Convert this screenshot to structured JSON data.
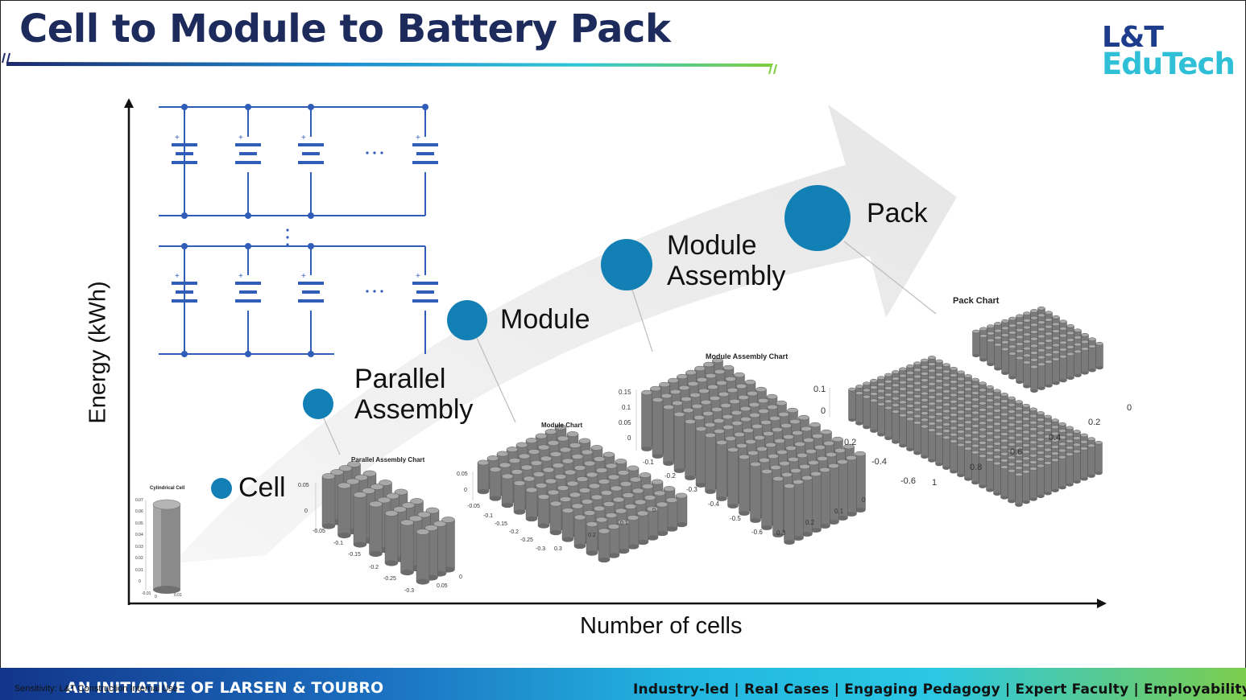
{
  "header": {
    "title": "Cell to Module to Battery Pack",
    "logo_line1": "L&T",
    "logo_line2": "EduTech"
  },
  "diagram": {
    "x_axis_label": "Number of cells",
    "y_axis_label": "Energy (kWh)",
    "stages": [
      {
        "label_line1": "Cell",
        "label_line2": ""
      },
      {
        "label_line1": "Parallel",
        "label_line2": "Assembly"
      },
      {
        "label_line1": "Module",
        "label_line2": ""
      },
      {
        "label_line1": "Module",
        "label_line2": "Assembly"
      },
      {
        "label_line1": "Pack",
        "label_line2": ""
      }
    ],
    "charts": {
      "cell": {
        "title": "Cylindrical Cell",
        "yticks": [
          "0.07",
          "0.06",
          "0.05",
          "0.04",
          "0.03",
          "0.02",
          "0.01",
          "0"
        ],
        "xticks": [
          "-0.01",
          "0",
          "0.01"
        ]
      },
      "parallel": {
        "title": "Parallel Assembly Chart",
        "yticks": [
          "0.05",
          "0"
        ],
        "xticks": [
          "-0.05",
          "-0.1",
          "-0.15",
          "-0.2",
          "-0.25",
          "-0.3"
        ],
        "zticks": [
          "0",
          "0.05"
        ]
      },
      "module": {
        "title": "Module Chart",
        "yticks": [
          "0.05",
          "0"
        ],
        "xticks": [
          "-0.05",
          "-0.1",
          "-0.15",
          "-0.2",
          "-0.25",
          "-0.3"
        ],
        "zticks": [
          "0.3",
          "0.2",
          "0.1",
          "0"
        ]
      },
      "module_assembly": {
        "title": "Module Assembly Chart",
        "yticks": [
          "0.15",
          "0.1",
          "0.05",
          "0"
        ],
        "xticks": [
          "-0.1",
          "-0.2",
          "-0.3",
          "-0.4",
          "-0.5",
          "-0.6"
        ],
        "zticks": [
          "0.3",
          "0.2",
          "0.1",
          "0"
        ]
      },
      "pack": {
        "title": "Pack Chart",
        "yticks": [
          "0.1",
          "0"
        ],
        "xticks": [
          "0.2",
          "-0.4",
          "-0.6"
        ],
        "zticks": [
          "1",
          "0.8",
          "0.6",
          "0.4",
          "0.2",
          "0"
        ]
      }
    },
    "colors": {
      "stage_dot": "#1380b5",
      "circuit": "#2f5db8",
      "arrow": "#ececec"
    }
  },
  "footer": {
    "initiative": "AN INITIATIVE OF LARSEN & TOUBRO",
    "sensitivity": "Sensitivity: L&T Construction Internal Use",
    "tagline": "Industry-led | Real Cases | Engaging Pedagogy | Expert Faculty | Employability"
  }
}
